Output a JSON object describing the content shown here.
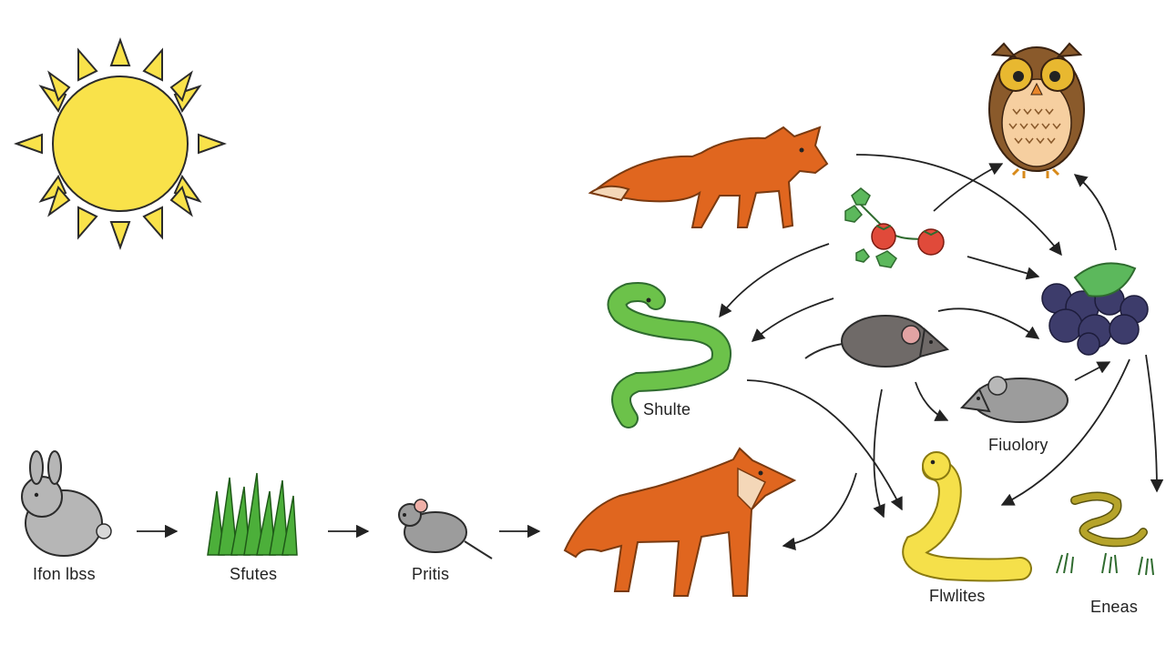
{
  "labels": {
    "rabbit": "Ifon lbss",
    "grass": "Sfutes",
    "mouse_small": "Pritis",
    "snake_green": "Shulte",
    "mouse_grey": "Fiuolory",
    "snake_yellow": "Flwlites",
    "snake_small": "Eneas"
  },
  "colors": {
    "sun": "#f9e24a",
    "sun_outline": "#2b2b2b",
    "fox": "#e0661f",
    "fox_light": "#f4d7b8",
    "owl": "#8a5a2b",
    "owl_belly": "#f6cfa0",
    "snake_green": "#6cc24a",
    "snake_yellow": "#f5e04a",
    "mouse": "#8e8e8e",
    "rat": "#6f6a68",
    "rabbit": "#b6b6b6",
    "grass": "#4caf3a",
    "berries": "#3d3c6b",
    "strawberry": "#e04a3a",
    "arrow": "#222222"
  },
  "icons": [
    "sun-icon",
    "fox-icon",
    "owl-icon",
    "strawberry-plant-icon",
    "blackberries-icon",
    "green-snake-icon",
    "rat-icon",
    "mouse-icon",
    "rabbit-icon",
    "grass-icon",
    "small-mouse-icon",
    "large-fox-icon",
    "yellow-snake-icon",
    "small-snake-icon"
  ]
}
